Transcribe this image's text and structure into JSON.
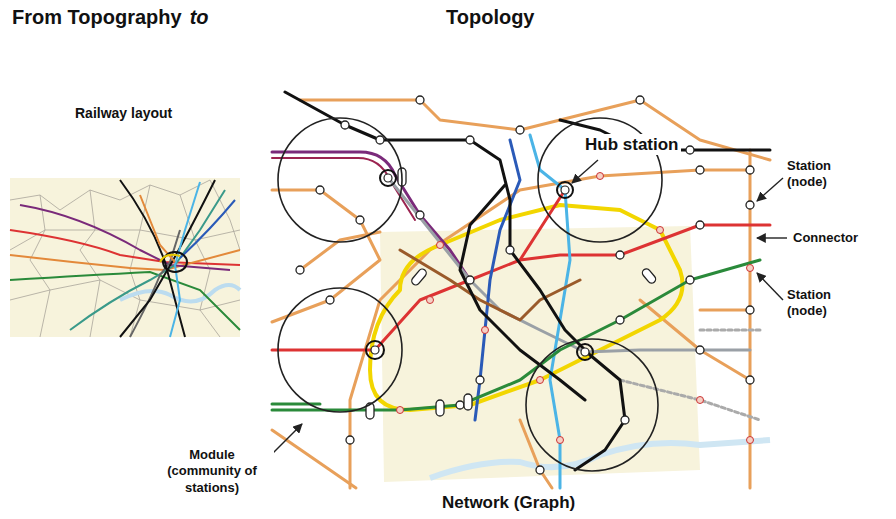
{
  "diagram": {
    "labels": [
      "From Topography",
      "to",
      "Topology",
      "Railway layout",
      "Hub station",
      "Station (node)",
      "Connector",
      "Station (node)",
      "Module (community of stations)",
      "Network (Graph)"
    ]
  }
}
